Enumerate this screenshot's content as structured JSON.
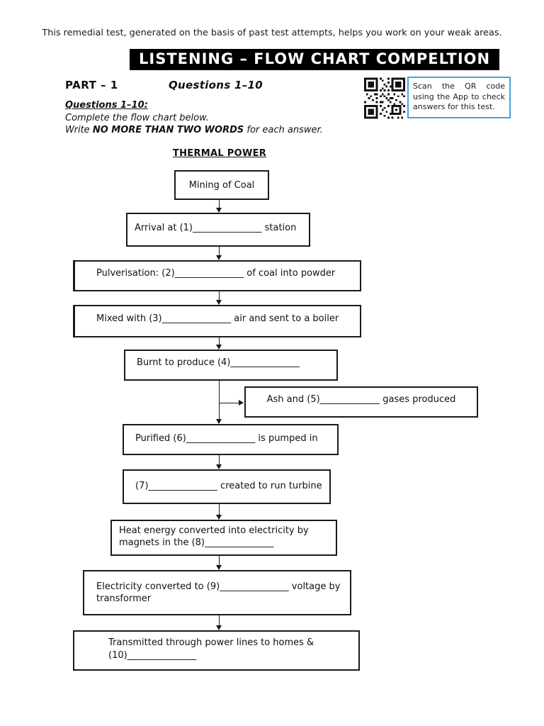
{
  "page": {
    "intro": "This remedial test, generated on the basis of past test attempts, helps you work on your weak areas.",
    "banner": "LISTENING – FLOW CHART COMPELTION",
    "part_label": "PART – 1",
    "questions_label": "Questions 1–10",
    "qr_note": "Scan the QR code using the App to check answers for this test.",
    "instructions": {
      "heading": "Questions 1–10:",
      "line1": "Complete the flow chart below.",
      "line2_prefix": "Write ",
      "line2_bold": "NO MORE THAN TWO WORDS",
      "line2_suffix": " for each answer."
    },
    "chart_title": "THERMAL POWER"
  },
  "flowchart": {
    "boxes": [
      {
        "text": "Mining of Coal"
      },
      {
        "text": "Arrival at (1)_______________ station"
      },
      {
        "text": "Pulverisation: (2)_______________ of coal into powder"
      },
      {
        "text": "Mixed with (3)_______________ air and sent to a boiler"
      },
      {
        "text": "Burnt to produce (4)_______________"
      },
      {
        "text": "Ash and (5)_____________ gases produced"
      },
      {
        "text": "Purified (6)_______________ is pumped in"
      },
      {
        "text": "(7)_______________ created to run turbine"
      },
      {
        "lines": [
          "Heat energy converted into electricity by",
          "magnets in the (8)_______________"
        ]
      },
      {
        "lines": [
          "Electricity converted to (9)_______________ voltage by",
          "transformer"
        ]
      },
      {
        "lines": [
          "Transmitted through power lines to homes &",
          "(10)_______________"
        ]
      }
    ]
  },
  "colors": {
    "accent_blue": "#44a4da",
    "banner_bg": "#000000",
    "banner_text": "#ffffff",
    "line_color": "#1a1a1a"
  }
}
